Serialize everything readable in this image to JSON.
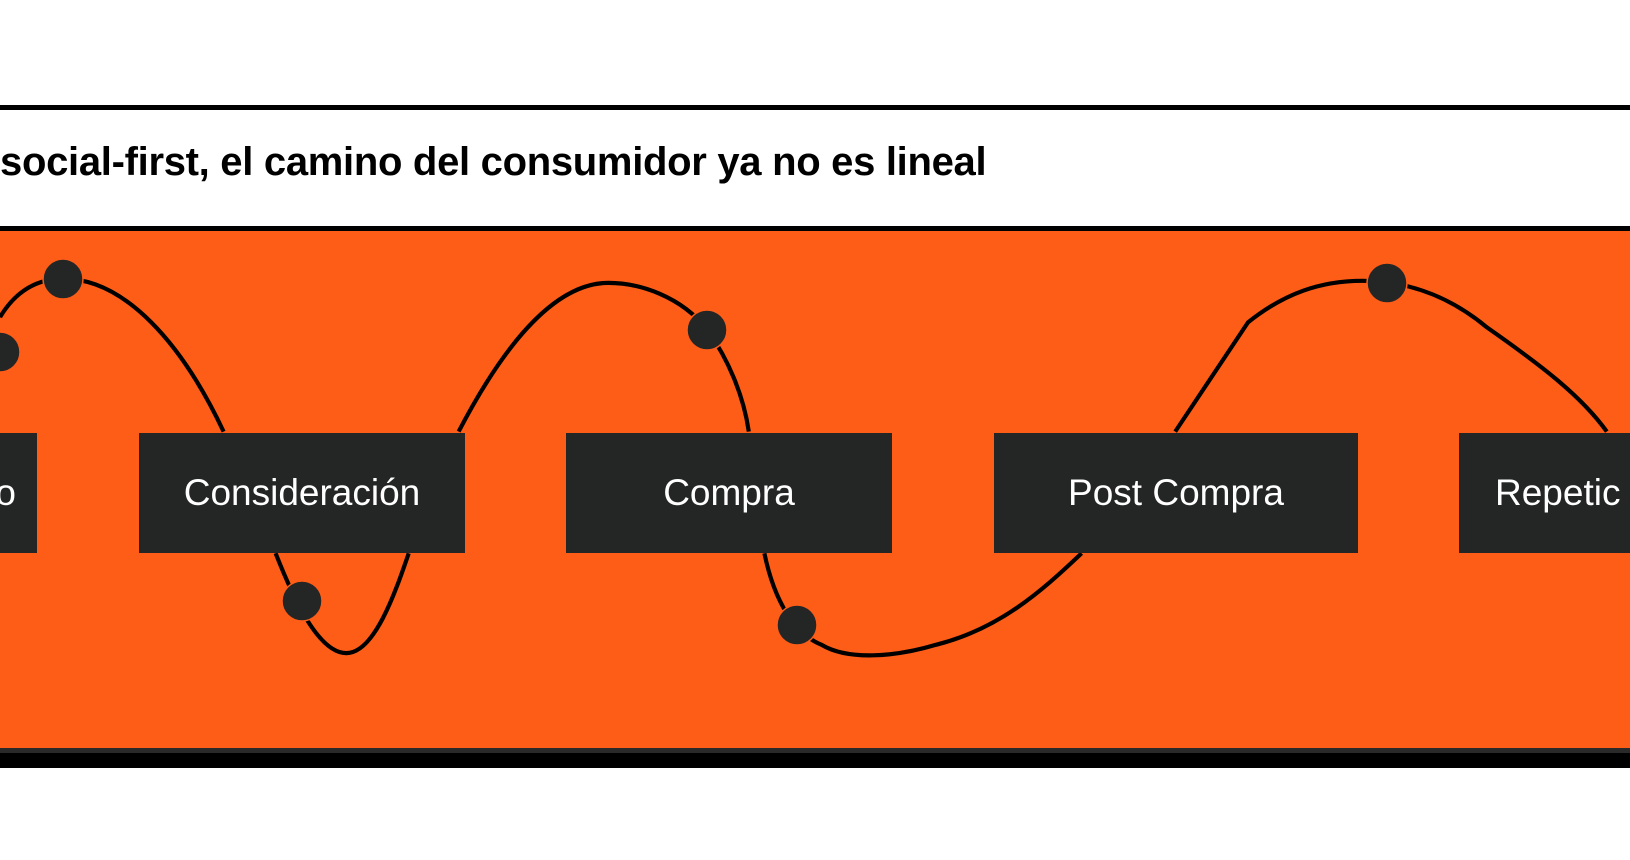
{
  "title": "social-first, el camino del consumidor ya no es lineal",
  "stages": [
    {
      "label": "o"
    },
    {
      "label": "Consideración"
    },
    {
      "label": "Compra"
    },
    {
      "label": "Post Compra"
    },
    {
      "label": "Repetic"
    }
  ],
  "colors": {
    "panel": "#fe5d18",
    "box": "#242625",
    "line": "#000000"
  }
}
